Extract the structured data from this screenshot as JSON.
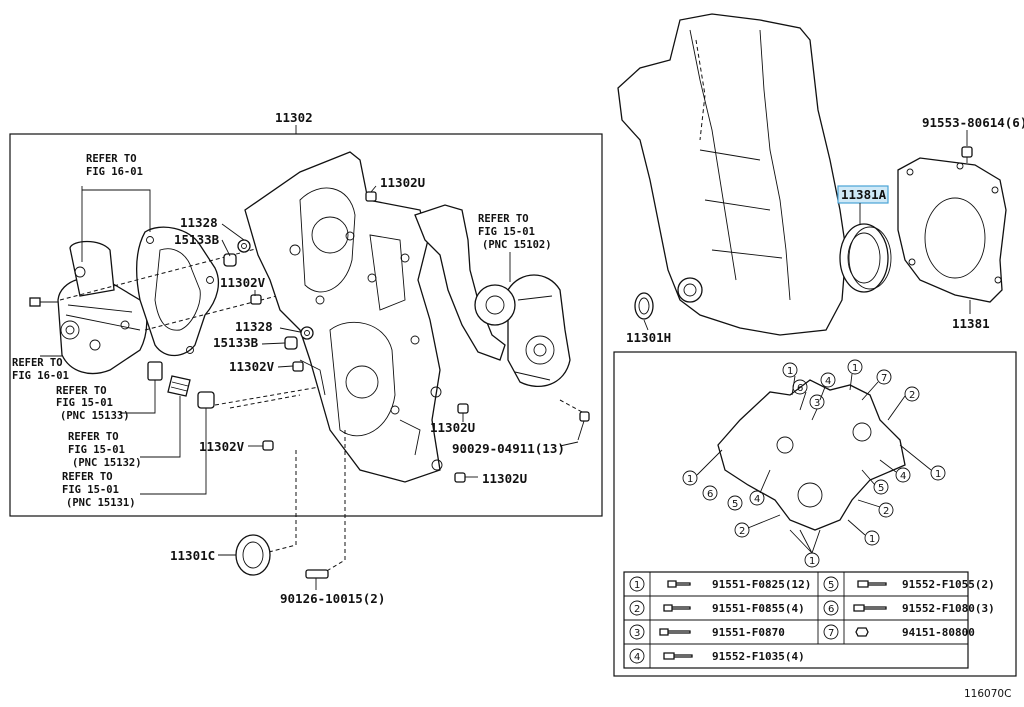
{
  "figure_id": "116070C",
  "callouts": {
    "c11302": "11302",
    "refer_16_a_l1": "REFER TO",
    "refer_16_a_l2": "FIG 16-01",
    "c11328_a": "11328",
    "c15133b_a": "15133B",
    "c11302u_a": "11302U",
    "c11302v_a": "11302V",
    "refer_15_top_l1": "REFER TO",
    "refer_15_top_l2": "FIG 15-01",
    "refer_15_top_l3": "(PNC 15102)",
    "c11328_b": "11328",
    "c15133b_b": "15133B",
    "c11302v_b": "11302V",
    "refer_16_b_l1": "REFER TO",
    "refer_16_b_l2": "FIG 16-01",
    "refer_15133_l1": "REFER TO",
    "refer_15133_l2": "FIG 15-01",
    "refer_15133_l3": "(PNC 15133)",
    "refer_15132_l1": "REFER TO",
    "refer_15132_l2": "FIG 15-01",
    "refer_15132_l3": "(PNC 15132)",
    "refer_15131_l1": "REFER TO",
    "refer_15131_l2": "FIG 15-01",
    "refer_15131_l3": "(PNC 15131)",
    "c11302v_c": "11302V",
    "c11302u_b": "11302U",
    "c90029": "90029-04911(13)",
    "c11302u_c": "11302U",
    "c11301c": "11301C",
    "c90126": "90126-10015(2)",
    "c11301h": "11301H",
    "c91553": "91553-80614(6)",
    "c11381a": "11381A",
    "c11381": "11381"
  },
  "key_numbers": [
    "1",
    "2",
    "3",
    "4",
    "5",
    "6",
    "7"
  ],
  "bolt_table": [
    {
      "key": "1",
      "part": "91551-F0825(12)"
    },
    {
      "key": "2",
      "part": "91551-F0855(4)"
    },
    {
      "key": "3",
      "part": "91551-F0870"
    },
    {
      "key": "4",
      "part": "91552-F1035(4)"
    },
    {
      "key": "5",
      "part": "91552-F1055(2)"
    },
    {
      "key": "6",
      "part": "91552-F1080(3)"
    },
    {
      "key": "7",
      "part": "94151-80800"
    }
  ],
  "highlight_color": "#cfe9f7"
}
